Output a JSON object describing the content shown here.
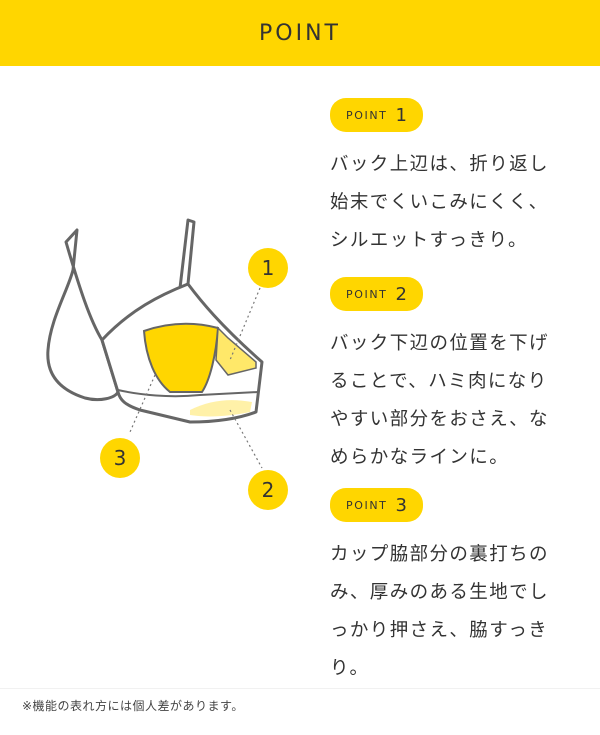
{
  "header": {
    "title": "POINT"
  },
  "points": [
    {
      "word": "POINT",
      "number": "1",
      "text": "バック上辺は、折り返し\n始末でくいこみにくく、\nシルエットすっきり。"
    },
    {
      "word": "POINT",
      "number": "2",
      "text": "バック下辺の位置を下げ\nることで、ハミ肉になり\nやすい部分をおさえ、な\nめらかなラインに。"
    },
    {
      "word": "POINT",
      "number": "3",
      "text": "カップ脇部分の裏打ちの\nみ、厚みのある生地でし\nっかり押さえ、脇すっき\nり。"
    }
  ],
  "illustration": {
    "labels": [
      "1",
      "2",
      "3"
    ]
  },
  "footnote": "※機能の表れ方には個人差があります。",
  "colors": {
    "accent": "#ffd600",
    "text": "#333333",
    "outline": "#666666"
  }
}
